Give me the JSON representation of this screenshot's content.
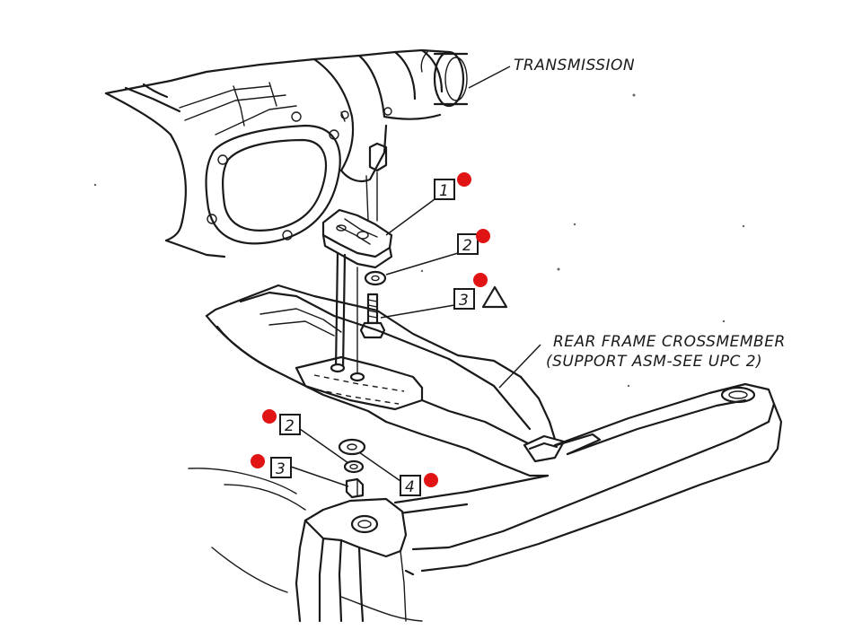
{
  "labels": {
    "transmission": "TRANSMISSION",
    "crossmember_line1": "REAR FRAME CROSSMEMBER",
    "crossmember_line2": "(SUPPORT ASM-SEE UPC 2)"
  },
  "callouts": [
    {
      "id": "1",
      "text": "1"
    },
    {
      "id": "2-top",
      "text": "2"
    },
    {
      "id": "3-top",
      "text": "3"
    },
    {
      "id": "2-bottom",
      "text": "2"
    },
    {
      "id": "3-bottom",
      "text": "3"
    },
    {
      "id": "4",
      "text": "4"
    }
  ],
  "colors": {
    "ink": "#1a1a1a",
    "marker": "#e01414"
  },
  "symbols": {
    "caution": "triangle-icon"
  }
}
